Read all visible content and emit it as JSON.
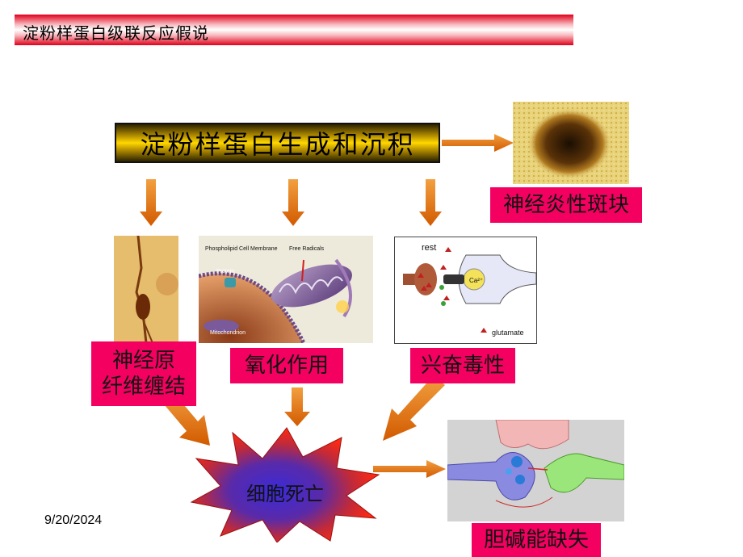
{
  "title": "淀粉样蛋白级联反应假说",
  "main_box": "淀粉样蛋白生成和沉积",
  "labels": {
    "plaque": "神经炎性斑块",
    "tangle_line1": "神经原",
    "tangle_line2": "纤维缠结",
    "oxidation": "氧化作用",
    "excitotoxicity": "兴奋毒性",
    "cell_death": "细胞死亡",
    "cholinergic": "胆碱能缺失"
  },
  "oxidation_image": {
    "membrane": "Phospholipid Cell Membrane",
    "protein": "Protein",
    "radicals": "Free Radicals",
    "mito": "Mitochondrion"
  },
  "synapse_image": {
    "rest": "rest",
    "ion": "Ca²⁺",
    "legend": "glutamate"
  },
  "date": "9/20/2024",
  "colors": {
    "label_bg": "#f40061",
    "arrow": "#e06a10",
    "main_box_gold": "#ffd800"
  }
}
